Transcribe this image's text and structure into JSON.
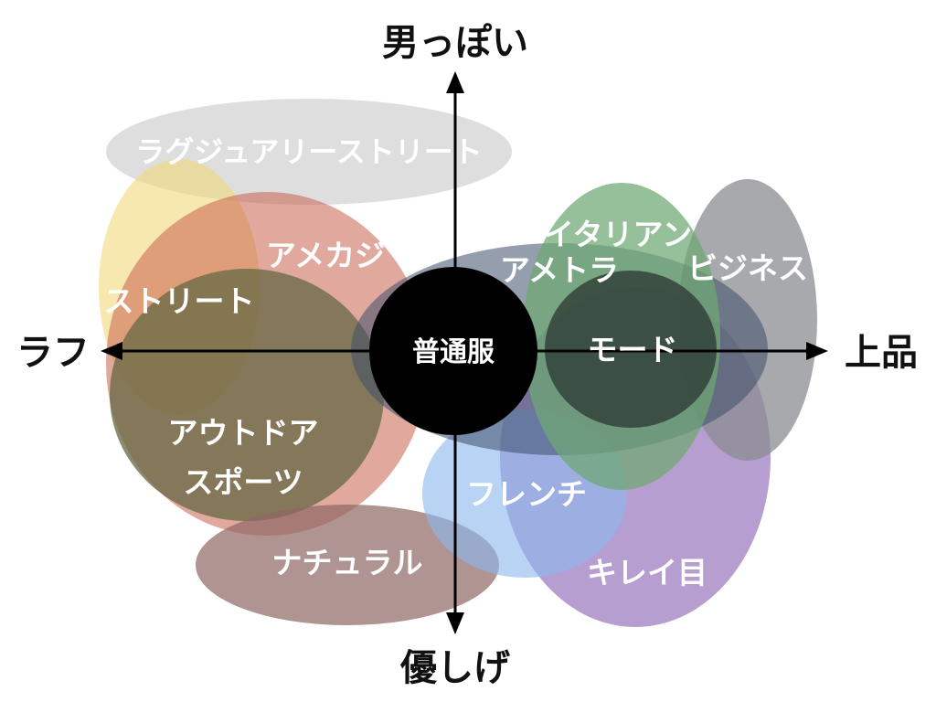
{
  "axes": {
    "top": "男っぽい",
    "bottom": "優しげ",
    "left": "ラフ",
    "right": "上品"
  },
  "center": {
    "label": "普通服",
    "color": "#000000"
  },
  "regions": [
    {
      "id": "luxury-street",
      "label": "ラグジュアリーストリート",
      "color": "#c8c8c8"
    },
    {
      "id": "street",
      "label": "ストリート",
      "color": "#f0d878"
    },
    {
      "id": "amekaji",
      "label": "アメカジ",
      "color": "#c8604e"
    },
    {
      "id": "outdoor-sports",
      "label": [
        "アウトドア",
        "スポーツ"
      ],
      "color": "#6a6a46"
    },
    {
      "id": "natural",
      "label": "ナチュラル",
      "color": "#8e6664"
    },
    {
      "id": "ametora",
      "label": "アメトラ",
      "color": "#3e4e6a"
    },
    {
      "id": "italian",
      "label": "イタリアン",
      "color": "#6ea872"
    },
    {
      "id": "business",
      "label": "ビジネス",
      "color": "#8a8c92"
    },
    {
      "id": "mode",
      "label": "モード",
      "color": "#303e38"
    },
    {
      "id": "french",
      "label": "フレンチ",
      "color": "#8cb8ee"
    },
    {
      "id": "kireime",
      "label": "キレイ目",
      "color": "#9a78be"
    }
  ]
}
